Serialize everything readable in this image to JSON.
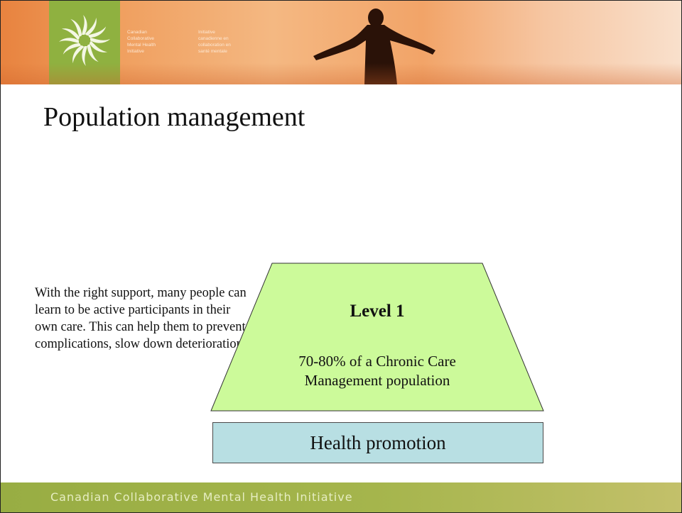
{
  "header": {
    "tagline_en": [
      "Canadian",
      "Collaborative",
      "Mental Health",
      "Initiative"
    ],
    "tagline_fr": [
      "Initiative",
      "canadienne en",
      "collaboration en",
      "santé mentale"
    ],
    "accent_color": "#8fb140",
    "logo_icon": "starburst-logo-icon",
    "image": "person-with-outstretched-arms-silhouette"
  },
  "slide": {
    "title": "Population management",
    "side_text": "With the right support, many people can learn to be active participants in their own care. This can help them to prevent complications, slow down deterioration.",
    "level": {
      "title": "Level 1",
      "description": "70-80% of a Chronic Care Management population",
      "color": "#ccfa9a"
    },
    "base": {
      "label": "Health promotion",
      "color": "#b8dfe3"
    }
  },
  "footer": {
    "text": "Canadian Collaborative Mental Health Initiative",
    "color": "#98ad43"
  }
}
